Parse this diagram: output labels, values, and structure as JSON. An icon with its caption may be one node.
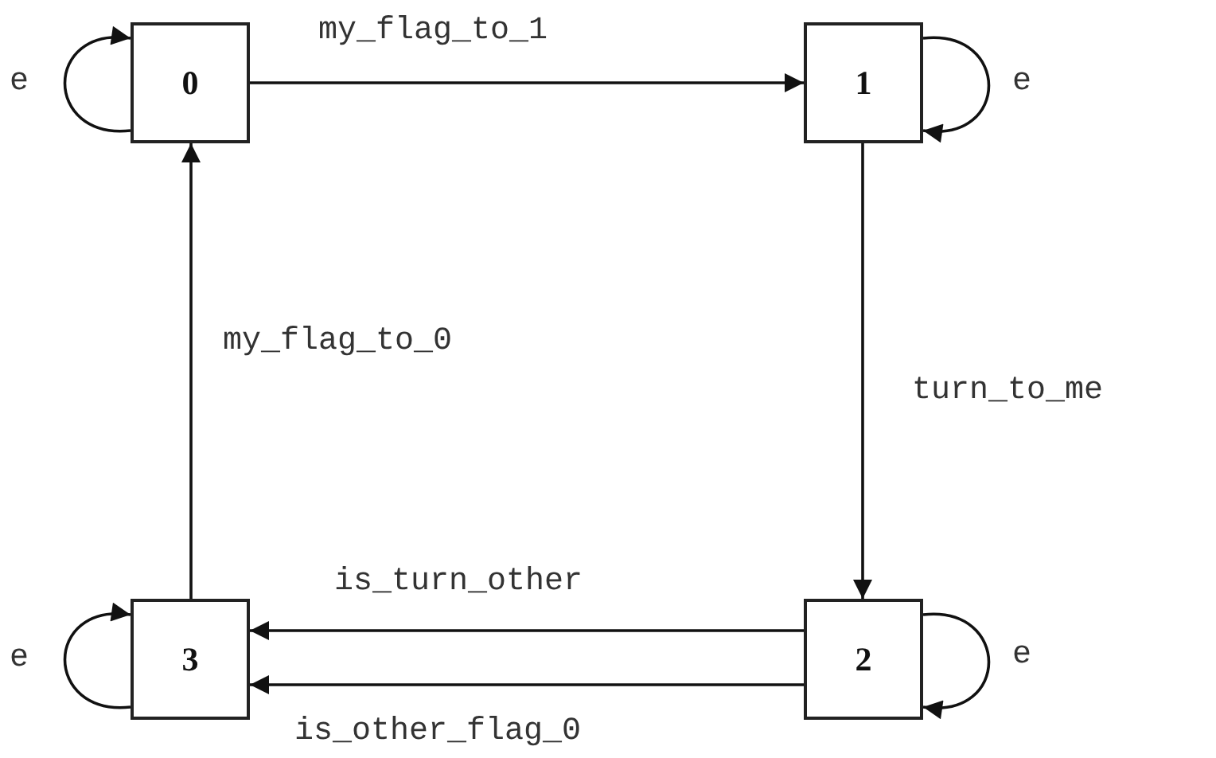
{
  "diagram": {
    "nodes": [
      {
        "text": [
          "0"
        ]
      },
      {
        "text": [
          "1"
        ]
      },
      {
        "text": [
          "2"
        ]
      },
      {
        "text": [
          "3"
        ]
      }
    ],
    "edges": [
      {
        "from": 0,
        "to": 1,
        "arrow": "to",
        "label": "my_flag_to_1"
      },
      {
        "from": 1,
        "to": 2,
        "arrow": "to",
        "label": "turn_to_me"
      },
      {
        "from": 2,
        "to": 3,
        "arrow": "to",
        "label": "is_turn_other"
      },
      {
        "from": 2,
        "to": 3,
        "arrow": "to",
        "label": "is_other_flag_0"
      },
      {
        "from": 3,
        "to": 0,
        "arrow": "to",
        "label": "my_flag_to_0"
      },
      {
        "from": 0,
        "to": 0,
        "arrow": "to",
        "label": "e"
      },
      {
        "from": 1,
        "to": 1,
        "arrow": "to",
        "label": "e"
      },
      {
        "from": 2,
        "to": 2,
        "arrow": "to",
        "label": "e"
      },
      {
        "from": 3,
        "to": 3,
        "arrow": "to",
        "label": "e"
      }
    ]
  }
}
